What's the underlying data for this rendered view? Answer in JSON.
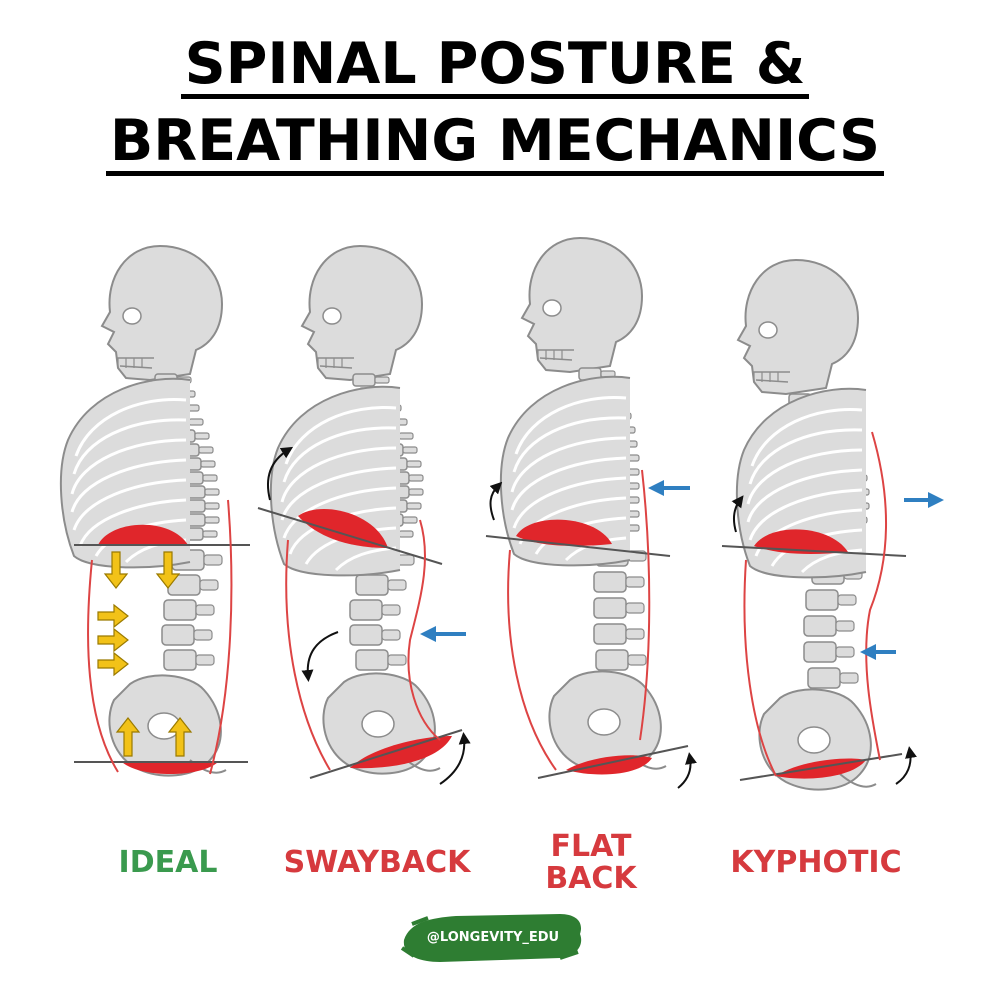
{
  "title": {
    "line1": "SPINAL POSTURE &",
    "line2": "BREATHING MECHANICS"
  },
  "postures": [
    {
      "id": "ideal",
      "label": "IDEAL",
      "color": "#3a9a4e"
    },
    {
      "id": "swayback",
      "label": "SWAYBACK",
      "color": "#d63a3e"
    },
    {
      "id": "flatback",
      "label_line1": "FLAT",
      "label_line2": "BACK",
      "color": "#d63a3e"
    },
    {
      "id": "kyphotic",
      "label": "KYPHOTIC",
      "color": "#d63a3e"
    }
  ],
  "handle": "@LONGEVITY_EDU",
  "colors": {
    "bone": "#dcdcdc",
    "bone_stroke": "#8c8c8c",
    "diaphragm": "#e0262b",
    "arrow_yellow": "#f2c218",
    "arrow_blue": "#2f7fc1",
    "badge_green": "#2e7d32"
  }
}
